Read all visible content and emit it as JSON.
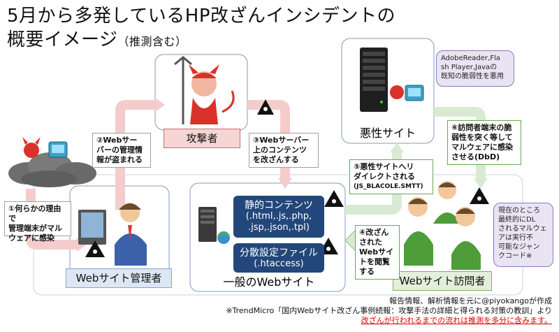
{
  "title": {
    "line1": "5月から多発しているHP改ざんインシデントの",
    "line2": "概要イメージ",
    "line2_note": "（推測含む）"
  },
  "nodes": {
    "attacker": "攻撃者",
    "malicious_site": "悪性サイト",
    "site_admin": "Webサイト管理者",
    "general_site": "一般のWebサイト",
    "site_visitors": "Webサイト訪問者"
  },
  "steps": {
    "step1": [
      "①何らかの理由で",
      "管理端末がマル",
      "ウェアに感染"
    ],
    "step2": [
      "②Webサー",
      "バーの管理情",
      "報が盗まれる"
    ],
    "step3": [
      "③Webサーバー",
      "上のコンテンツ",
      "を改ざんする"
    ],
    "step4": [
      "④改ざん",
      "された",
      "Webサイ",
      "トを閲覧",
      "する"
    ],
    "step5": [
      "⑤悪性サイトへリ",
      "ダイレクトされる",
      "(JS_BLACOLE.SMTT)"
    ],
    "step6": [
      "⑥訪問者端末の脆",
      "弱性を突く等して",
      "マルウェアに感染",
      "させる(DbD)"
    ]
  },
  "contents": {
    "static_title": "静的コンテンツ",
    "static_ext1": "(.html,.js,.php,",
    "static_ext2": ".jsp,.json,.tpl)",
    "config_title": "分散設定ファイル",
    "config_ext": "(.htaccess)"
  },
  "bubbles": {
    "vuln": [
      "AdobeReader,Fla",
      "sh Player,Javaの",
      "既知の脆弱性を悪用"
    ],
    "junk": [
      "現在のところ",
      "最終的にDL",
      "されるマルウェ",
      "アは実行不",
      "可能なジャン",
      "クコード※"
    ]
  },
  "footer": {
    "line1": "報告情報、解析情報を元に@piyokangoが作成",
    "line2": "※TrendMicro「国内Webサイト改ざん事例続報：攻撃手法の詳細と得られる対策の教訓」より",
    "line3": "改ざんが行われるまでの流れは推測を多分に含みます。"
  },
  "colors": {
    "attacker_arrow": "#f4cccc",
    "visitor_arrow": "#d9ead3",
    "panel_border": "#7f9bbd",
    "content_box": "#23477a"
  }
}
